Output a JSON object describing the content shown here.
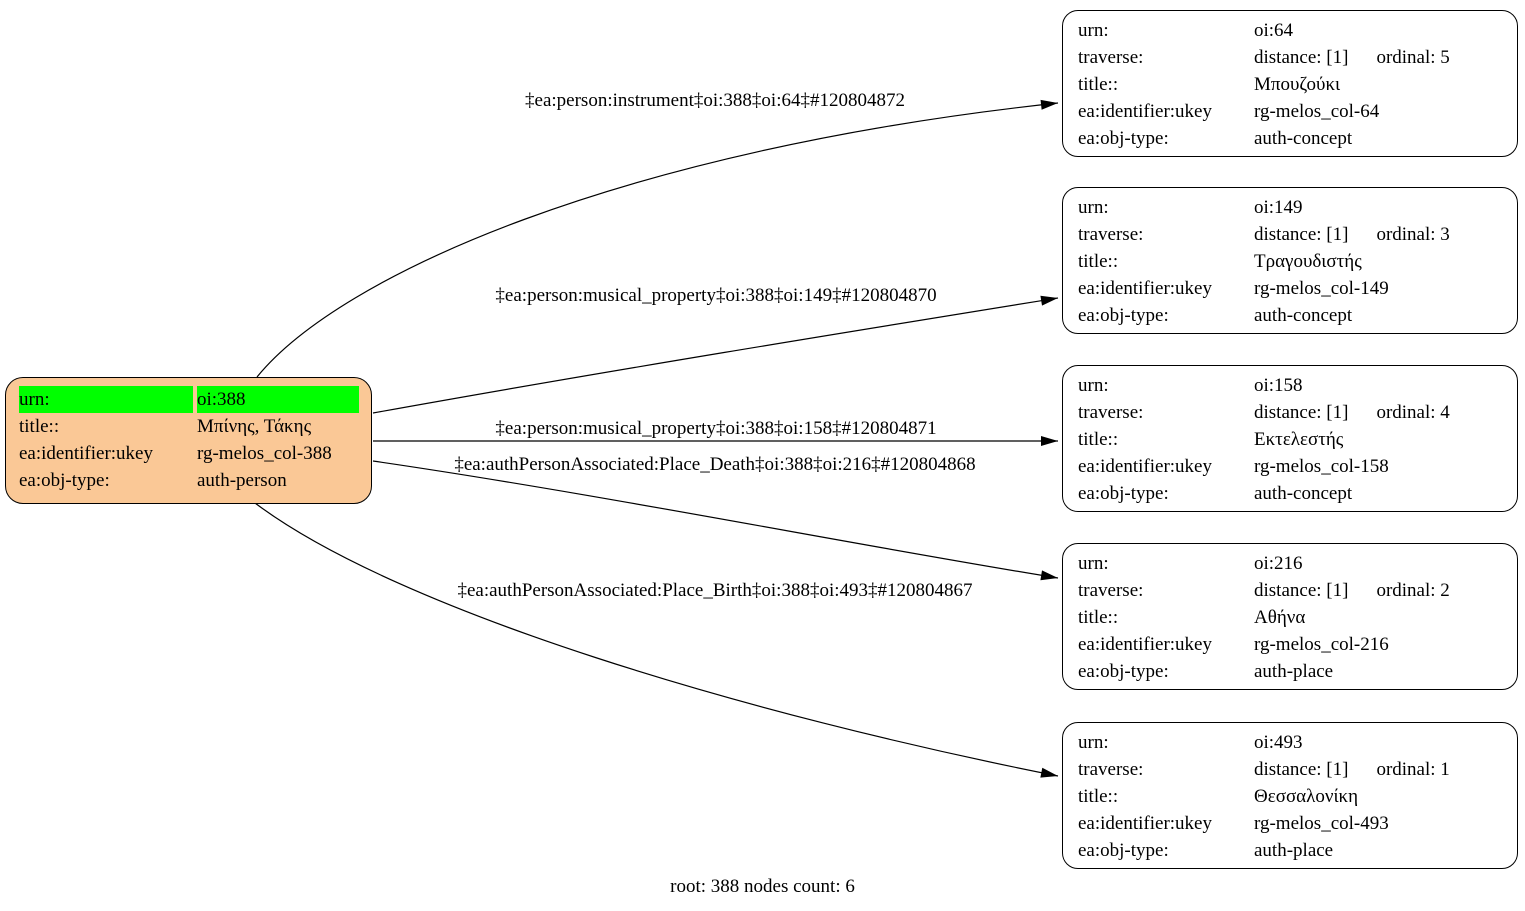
{
  "colors": {
    "root_fill": "#fac896",
    "highlight": "#00ff00",
    "node_fill": "#ffffff",
    "edge": "#000000",
    "ink": "#000000"
  },
  "caption": "root: 388 nodes count: 6",
  "root_node": {
    "labels": {
      "urn": "urn:",
      "title": "title::",
      "ukey": "ea:identifier:ukey",
      "objtype": "ea:obj-type:"
    },
    "urn": "oi:388",
    "title": "Μπίνης, Τάκης",
    "ukey": "rg-melos_col-388",
    "objtype": "auth-person"
  },
  "node_field_labels": {
    "urn": "urn:",
    "traverse": "traverse:",
    "title": "title::",
    "ukey": "ea:identifier:ukey",
    "objtype": "ea:obj-type:"
  },
  "nodes": [
    {
      "urn": "oi:64",
      "distance": "distance: [1]",
      "ordinal": "ordinal: 5",
      "title": "Μπουζούκι",
      "ukey": "rg-melos_col-64",
      "objtype": "auth-concept"
    },
    {
      "urn": "oi:149",
      "distance": "distance: [1]",
      "ordinal": "ordinal: 3",
      "title": "Τραγουδιστής",
      "ukey": "rg-melos_col-149",
      "objtype": "auth-concept"
    },
    {
      "urn": "oi:158",
      "distance": "distance: [1]",
      "ordinal": "ordinal: 4",
      "title": "Εκτελεστής",
      "ukey": "rg-melos_col-158",
      "objtype": "auth-concept"
    },
    {
      "urn": "oi:216",
      "distance": "distance: [1]",
      "ordinal": "ordinal: 2",
      "title": "Αθήνα",
      "ukey": "rg-melos_col-216",
      "objtype": "auth-place"
    },
    {
      "urn": "oi:493",
      "distance": "distance: [1]",
      "ordinal": "ordinal: 1",
      "title": "Θεσσαλονίκη",
      "ukey": "rg-melos_col-493",
      "objtype": "auth-place"
    }
  ],
  "edges": [
    {
      "label": "‡ea:person:instrument‡oi:388‡oi:64‡#120804872"
    },
    {
      "label": "‡ea:person:musical_property‡oi:388‡oi:149‡#120804870"
    },
    {
      "label": "‡ea:person:musical_property‡oi:388‡oi:158‡#120804871"
    },
    {
      "label": "‡ea:authPersonAssociated:Place_Death‡oi:388‡oi:216‡#120804868"
    },
    {
      "label": "‡ea:authPersonAssociated:Place_Birth‡oi:388‡oi:493‡#120804867"
    }
  ]
}
